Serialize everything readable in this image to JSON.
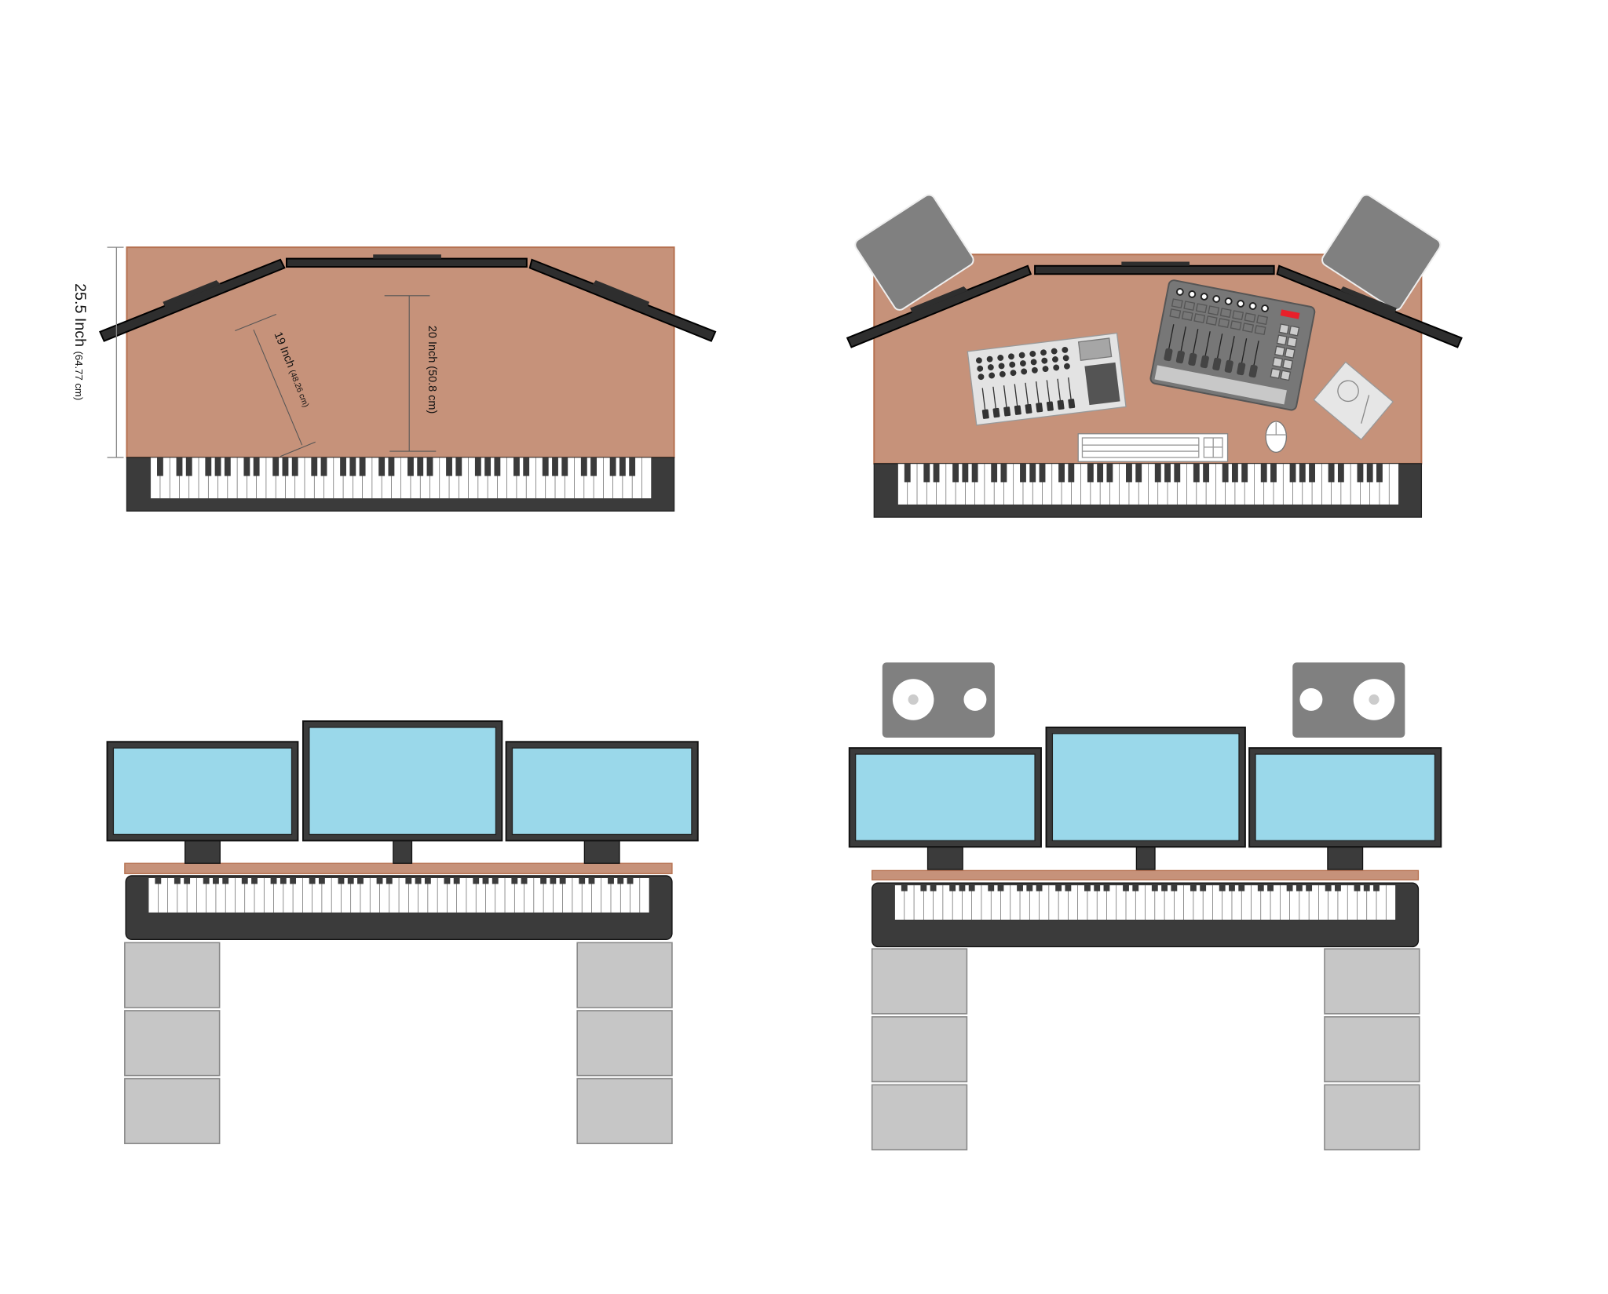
{
  "colors": {
    "desk": "#c6927a",
    "desk_edge": "#b5704f",
    "dark": "#3b3b3b",
    "monitor_screen": "#9ad8ea",
    "leg": "#c6c6c6",
    "speaker": "#808080",
    "accent_red": "#e8202a"
  },
  "dimensions": {
    "depth_main": "25.5 Inch",
    "depth_main_cm": "(64.77 cm)",
    "angled_monitor": "19 Inch",
    "angled_monitor_cm": "(48.26 cm)",
    "center_monitor": "20 Inch",
    "center_monitor_cm": "(50.8 cm)"
  },
  "keyboard": {
    "white_keys": 52
  }
}
